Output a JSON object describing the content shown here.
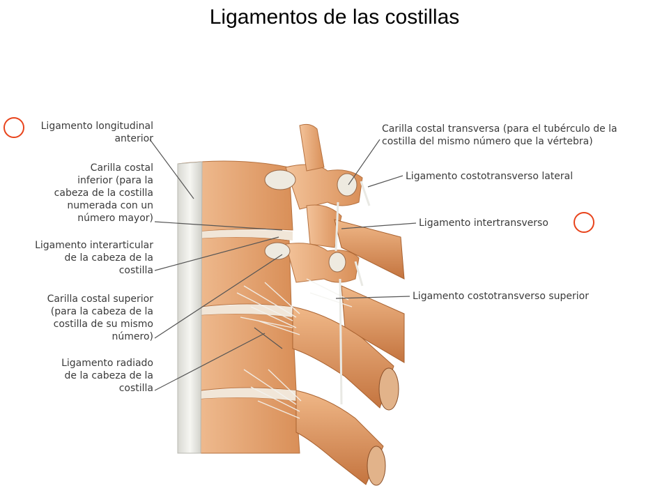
{
  "title": "Ligamentos de las costillas",
  "labels": {
    "lig_long_anterior": "Ligamento longitudinal\nanterior",
    "carilla_inferior": "Carilla costal\ninferior (para la\ncabeza de la costilla\nnumerada con un\nnúmero mayor)",
    "lig_interarticular": "Ligamento interarticular\nde la cabeza de la\ncostilla",
    "carilla_superior": "Carilla costal superior\n(para la cabeza de la\ncostilla de su mismo\nnúmero)",
    "lig_radiado": "Ligamento radiado\nde la cabeza de la\ncostilla",
    "carilla_transversa": "Carilla costal transversa (para el tubérculo de la\ncostilla del mismo número que la vértebra)",
    "lig_costotransverso_lateral": "Ligamento costotransverso lateral",
    "lig_intertransverso": "Ligamento intertransverso",
    "lig_costotransverso_superior": "Ligamento costotransverso superior"
  },
  "colors": {
    "marker": "#e8431b",
    "bone": "#e8a878",
    "bone_dark": "#c97d4a",
    "ligament": "#eeeeea"
  }
}
